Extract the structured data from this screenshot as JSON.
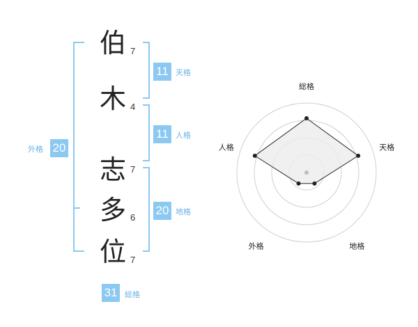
{
  "name": {
    "chars": [
      {
        "char": "伯",
        "strokes": "7"
      },
      {
        "char": "木",
        "strokes": "4"
      },
      {
        "char": "志",
        "strokes": "7"
      },
      {
        "char": "多",
        "strokes": "6"
      },
      {
        "char": "位",
        "strokes": "7"
      }
    ]
  },
  "kakusu": {
    "tenkaku": {
      "label": "天格",
      "value": "11"
    },
    "jinkaku": {
      "label": "人格",
      "value": "11"
    },
    "chikaku": {
      "label": "地格",
      "value": "20"
    },
    "gaikaku": {
      "label": "外格",
      "value": "20"
    },
    "soukaku": {
      "label": "総格",
      "value": "31"
    }
  },
  "chart_data": {
    "type": "radar",
    "axes": [
      "総格",
      "天格",
      "地格",
      "外格",
      "人格"
    ],
    "values": [
      4,
      4,
      1,
      1,
      4
    ],
    "max": 4,
    "rings": 4,
    "colors": {
      "fill": "#ececec",
      "line": "#222222",
      "grid": "#cfcfcf"
    }
  }
}
